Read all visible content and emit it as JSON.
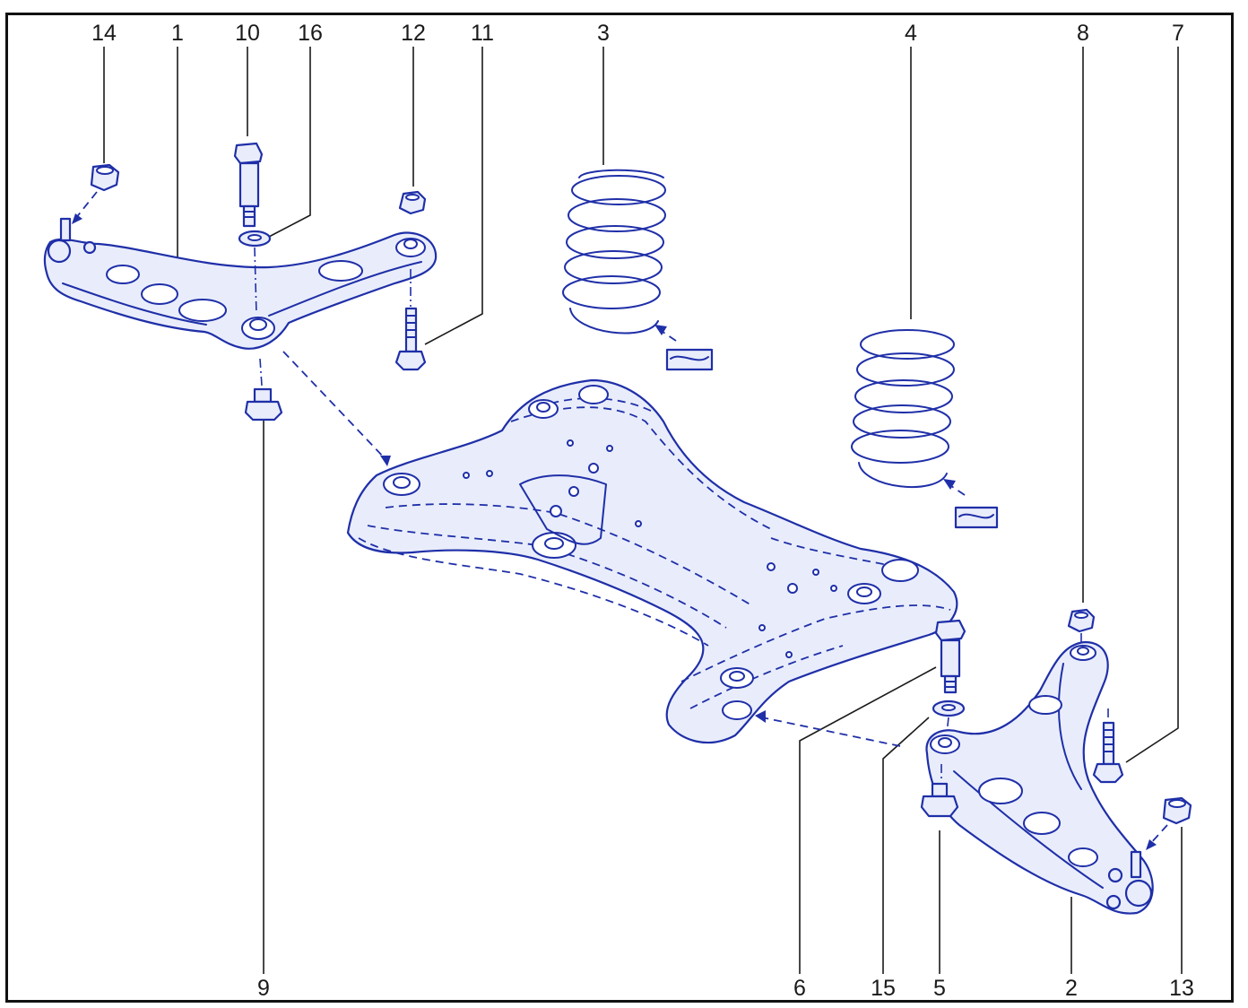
{
  "diagram": {
    "accent_color": "#1f2fa8",
    "callouts": [
      {
        "id": "c14",
        "label": "14"
      },
      {
        "id": "c1",
        "label": "1"
      },
      {
        "id": "c10",
        "label": "10"
      },
      {
        "id": "c16",
        "label": "16"
      },
      {
        "id": "c12",
        "label": "12"
      },
      {
        "id": "c11",
        "label": "11"
      },
      {
        "id": "c3",
        "label": "3"
      },
      {
        "id": "c4",
        "label": "4"
      },
      {
        "id": "c8",
        "label": "8"
      },
      {
        "id": "c7",
        "label": "7"
      },
      {
        "id": "c9",
        "label": "9"
      },
      {
        "id": "c6",
        "label": "6"
      },
      {
        "id": "c15",
        "label": "15"
      },
      {
        "id": "c5",
        "label": "5"
      },
      {
        "id": "c2",
        "label": "2"
      },
      {
        "id": "c13",
        "label": "13"
      }
    ]
  }
}
